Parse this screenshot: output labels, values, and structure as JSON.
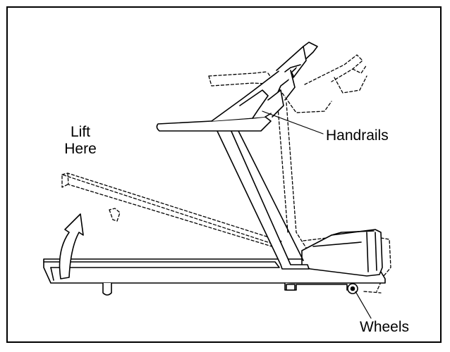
{
  "labels": {
    "lift_line1": "Lift",
    "lift_line2": "Here",
    "handrails": "Handrails",
    "wheels": "Wheels"
  },
  "colors": {
    "ink": "#000000",
    "paper": "#ffffff"
  },
  "icons": {
    "arrow": "curved-lift-arrow-icon"
  }
}
